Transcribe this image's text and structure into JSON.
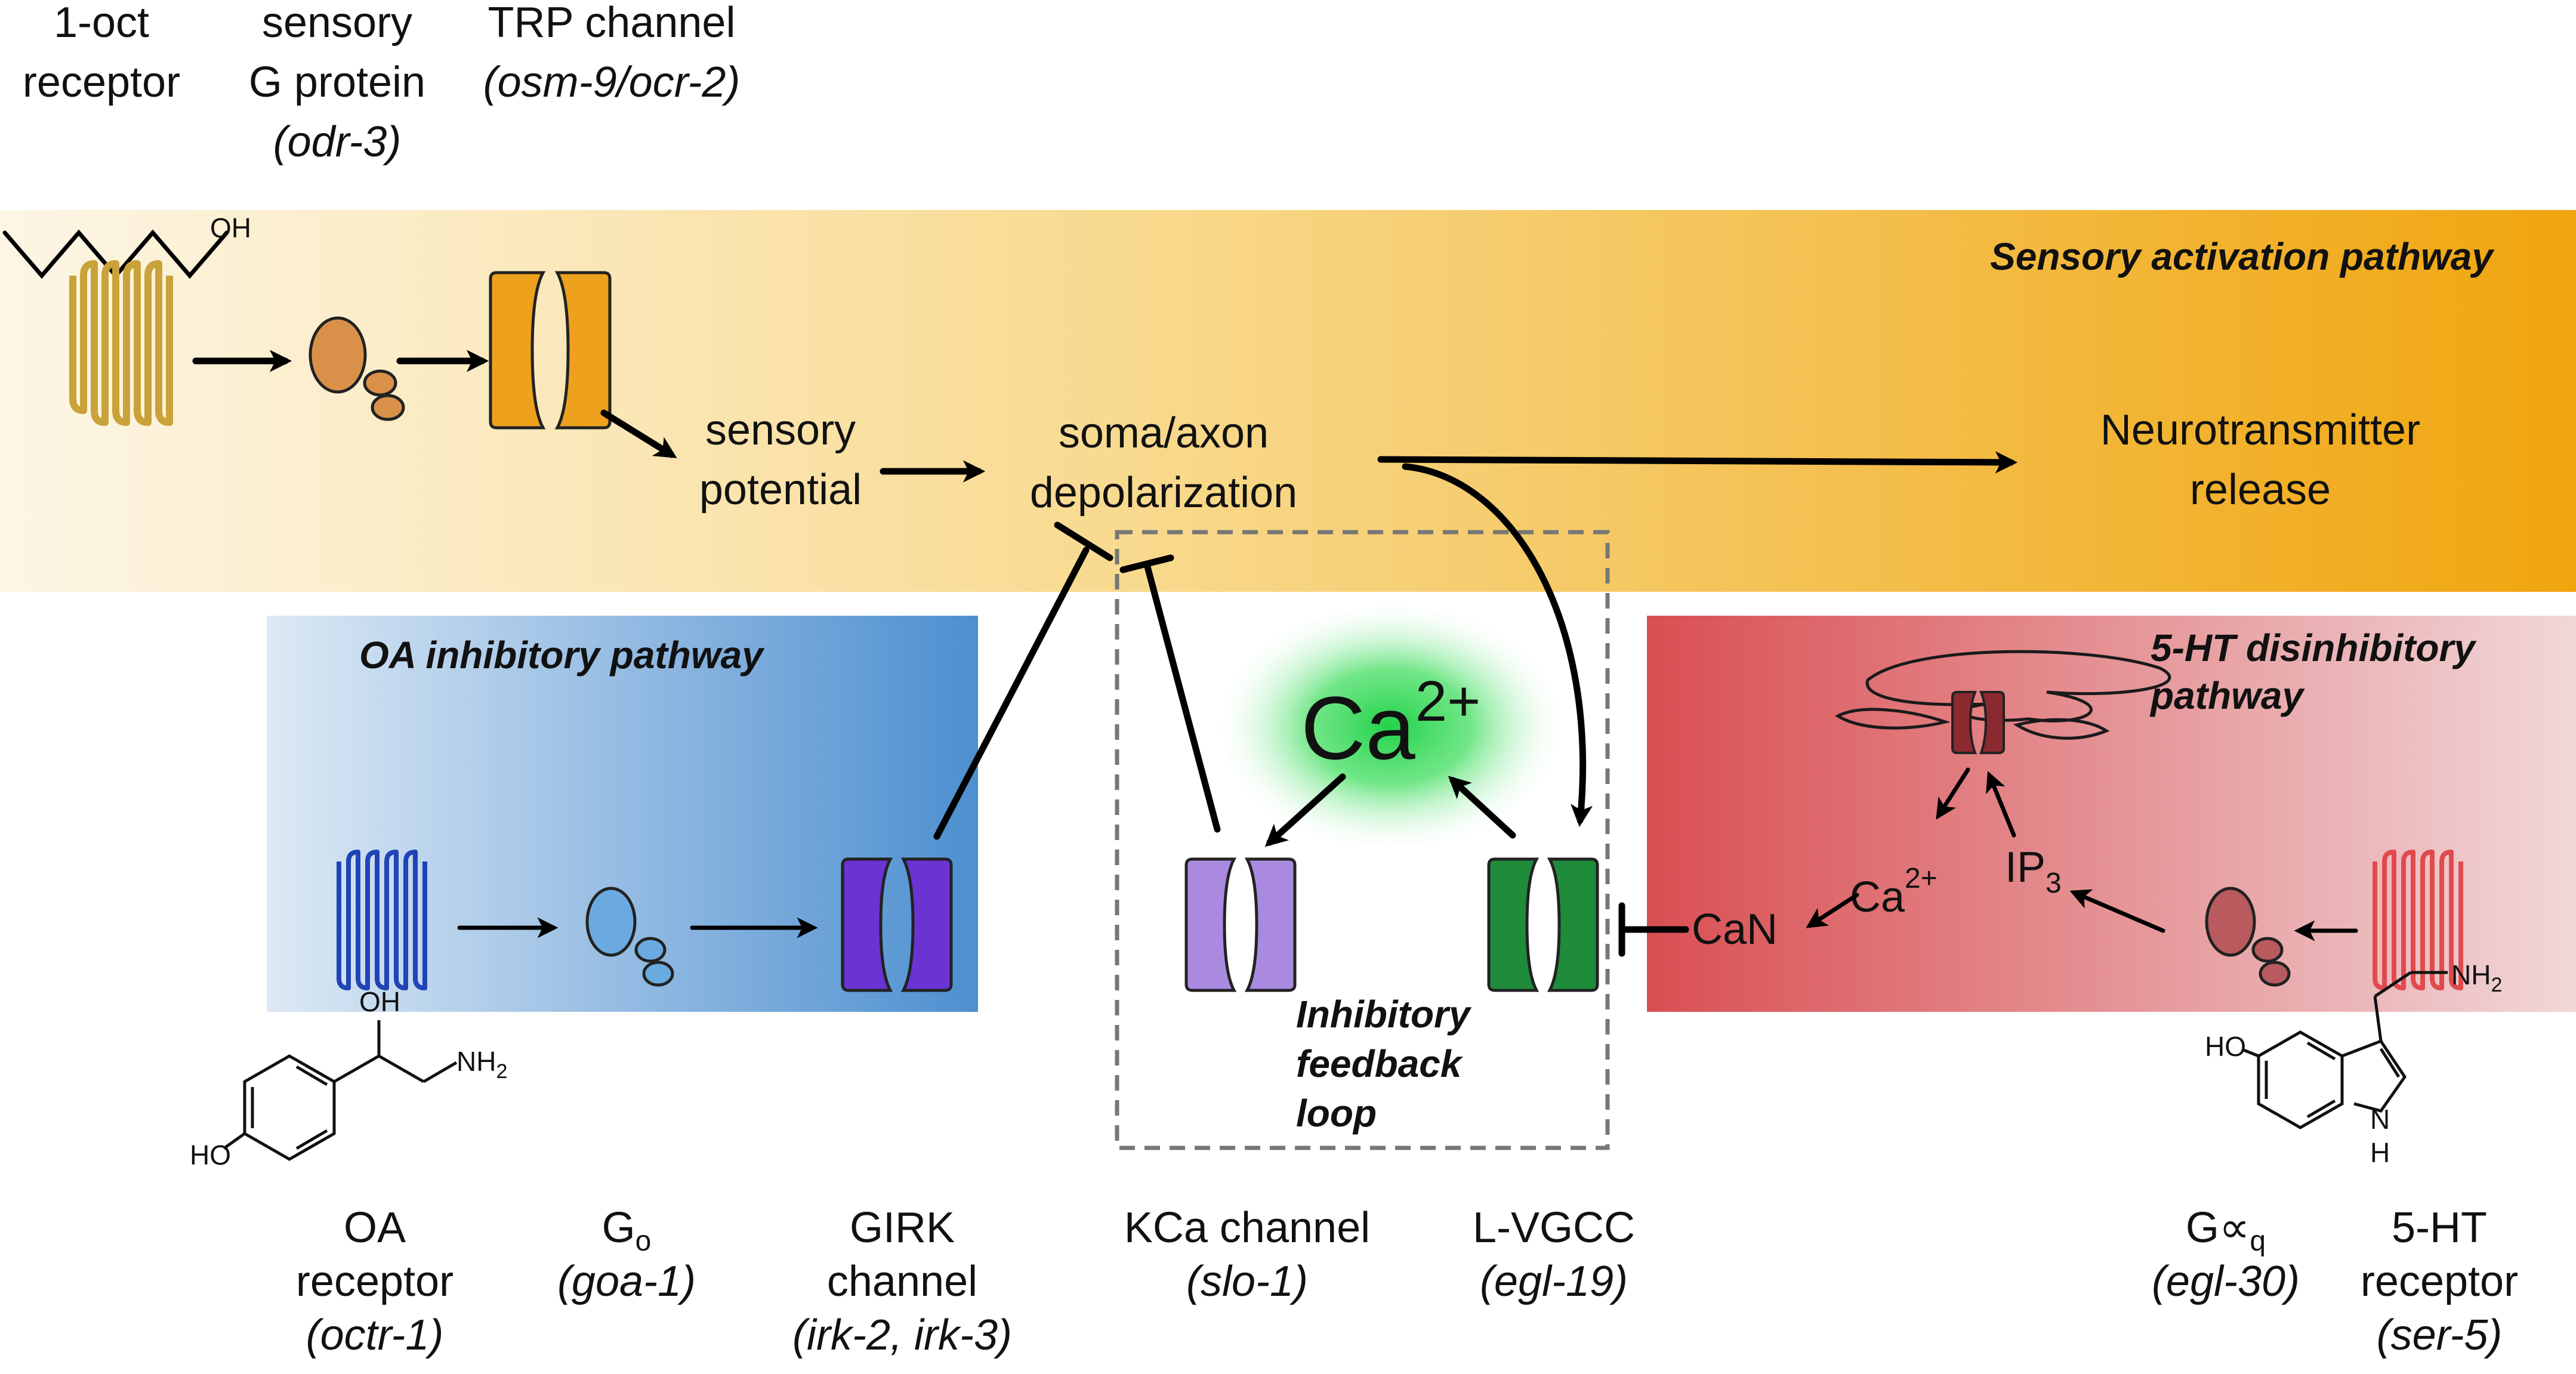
{
  "pathways": {
    "sensory_title": "Sensory activation pathway",
    "oa_title": "OA inhibitory pathway",
    "ht_title_1": "5-HT disinhibitory",
    "ht_title_2": "pathway",
    "loop_1": "Inhibitory",
    "loop_2": "feedback",
    "loop_3": "loop"
  },
  "top_labels": {
    "oct_1": "1-oct",
    "oct_2": "receptor",
    "gp_1": "sensory",
    "gp_2": "G protein",
    "gp_3": "(odr-3)",
    "trp_1": "TRP channel",
    "trp_2": "(osm-9/ocr-2)"
  },
  "flow": {
    "sensory_1": "sensory",
    "sensory_2": "potential",
    "soma_1": "soma/axon",
    "soma_2": "depolarization",
    "nt_1": "Neurotransmitter",
    "nt_2": "release"
  },
  "center": {
    "ca_base": "Ca",
    "ca_sup": "2+",
    "can": "CaN",
    "ca_small_base": "Ca",
    "ca_small_sup": "2+",
    "ip3_base": "IP",
    "ip3_sub": "3"
  },
  "chem": {
    "oh_oct": "OH",
    "oh_oa": "OH",
    "nh2_oa": "NH",
    "nh2_oa_sub": "2",
    "ho_oa": "HO",
    "nh2_ht": "NH",
    "nh2_ht_sub": "2",
    "ho_ht": "HO",
    "nh_ht": "N",
    "h_ht": "H"
  },
  "bottom_labels": {
    "oa_1": "OA",
    "oa_2": "receptor",
    "oa_3": "(octr-1)",
    "go_base": "G",
    "go_sub": "o",
    "go_2": "(goa-1)",
    "girk_1": "GIRK",
    "girk_2": "channel",
    "girk_3": "(irk-2, irk-3)",
    "kca_1": "KCa channel",
    "kca_2": "(slo-1)",
    "lv_1": "L-VGCC",
    "lv_2": "(egl-19)",
    "gq_base": "G∝",
    "gq_sub": "q",
    "gq_2": "(egl-30)",
    "ht_1": "5-HT",
    "ht_2": "receptor",
    "ht_3": "(ser-5)"
  },
  "colors": {
    "sensory_band_start": "#fdf6e6",
    "sensory_band_end": "#f0a50e",
    "oa_band_start": "#dde9f5",
    "oa_band_end": "#4d8fd0",
    "ht_band_start": "#d94f52",
    "ht_band_end": "#f1d7d9",
    "oct_receptor": "#c9a23a",
    "gprotein_sensory": "#d9914a",
    "trp_channel": "#eda11d",
    "oa_receptor": "#2044b5",
    "go_protein": "#6aaae0",
    "girk_channel": "#6a33d2",
    "kca_channel": "#a98ae0",
    "lvgcc_channel": "#1e8c3a",
    "ca_glow": "#22d24a",
    "ht_receptor": "#e04a4e",
    "gq_protein": "#b85a5e",
    "er_channel": "#8a2a30"
  },
  "icons": [
    "gpcr-icon",
    "g-protein-icon",
    "ion-channel-icon",
    "er-membrane-icon",
    "molecule-structure-icon"
  ]
}
